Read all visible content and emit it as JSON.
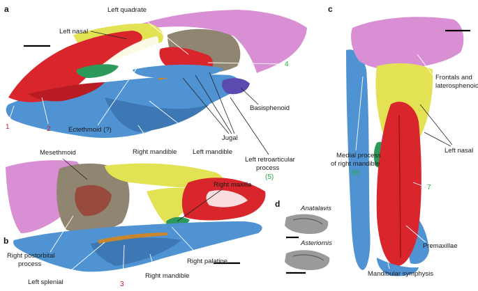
{
  "panels": {
    "a": "a",
    "b": "b",
    "c": "c",
    "d": "d"
  },
  "labels_a": {
    "left_quadrate": "Left  quadrate",
    "left_nasal": "Left nasal",
    "ectethmoid": "Ectethmoid (?)",
    "right_mandible": "Right mandible",
    "left_mandible": "Left mandible",
    "jugal": "Jugal",
    "basisphenoid": "Basisphenoid",
    "left_retro_1": "Left retroarticular",
    "left_retro_2": "process",
    "left_retro_num": "(5)",
    "num_1": "1",
    "num_2": "2",
    "num_4": "4"
  },
  "labels_b": {
    "mesethmoid": "Mesethmoid",
    "right_maxilla": "Right maxilla",
    "right_postorbital_1": "Right postorbital",
    "right_postorbital_2": "process",
    "left_splenial": "Left splenial",
    "right_mandible": "Right mandible",
    "right_palatine": "Right palatine",
    "num_3": "3"
  },
  "labels_c": {
    "frontals_1": "Frontals and",
    "frontals_2": "laterosphenoid",
    "left_nasal": "Left nasal",
    "medial_1": "Medial process",
    "medial_2": "of right mandible",
    "medial_num": "(6)",
    "premaxillae": "Premaxillae",
    "mandibular_symphysis": "Mandibular symphysis",
    "num_7": "7"
  },
  "labels_d": {
    "anatalavis": "Anatalavis",
    "asteriornis": "Asteriornis"
  },
  "colors": {
    "frontal_pink": "#d98fd4",
    "nasal_yellow": "#e3e254",
    "premaxilla_red": "#d8262c",
    "mandible_blue": "#4f93d3",
    "braincase_tan": "#8f8570",
    "ectethmoid_green": "#2c9a5a",
    "basisphenoid_purple": "#5b4bb0",
    "jugal_orange": "#c8862e"
  }
}
